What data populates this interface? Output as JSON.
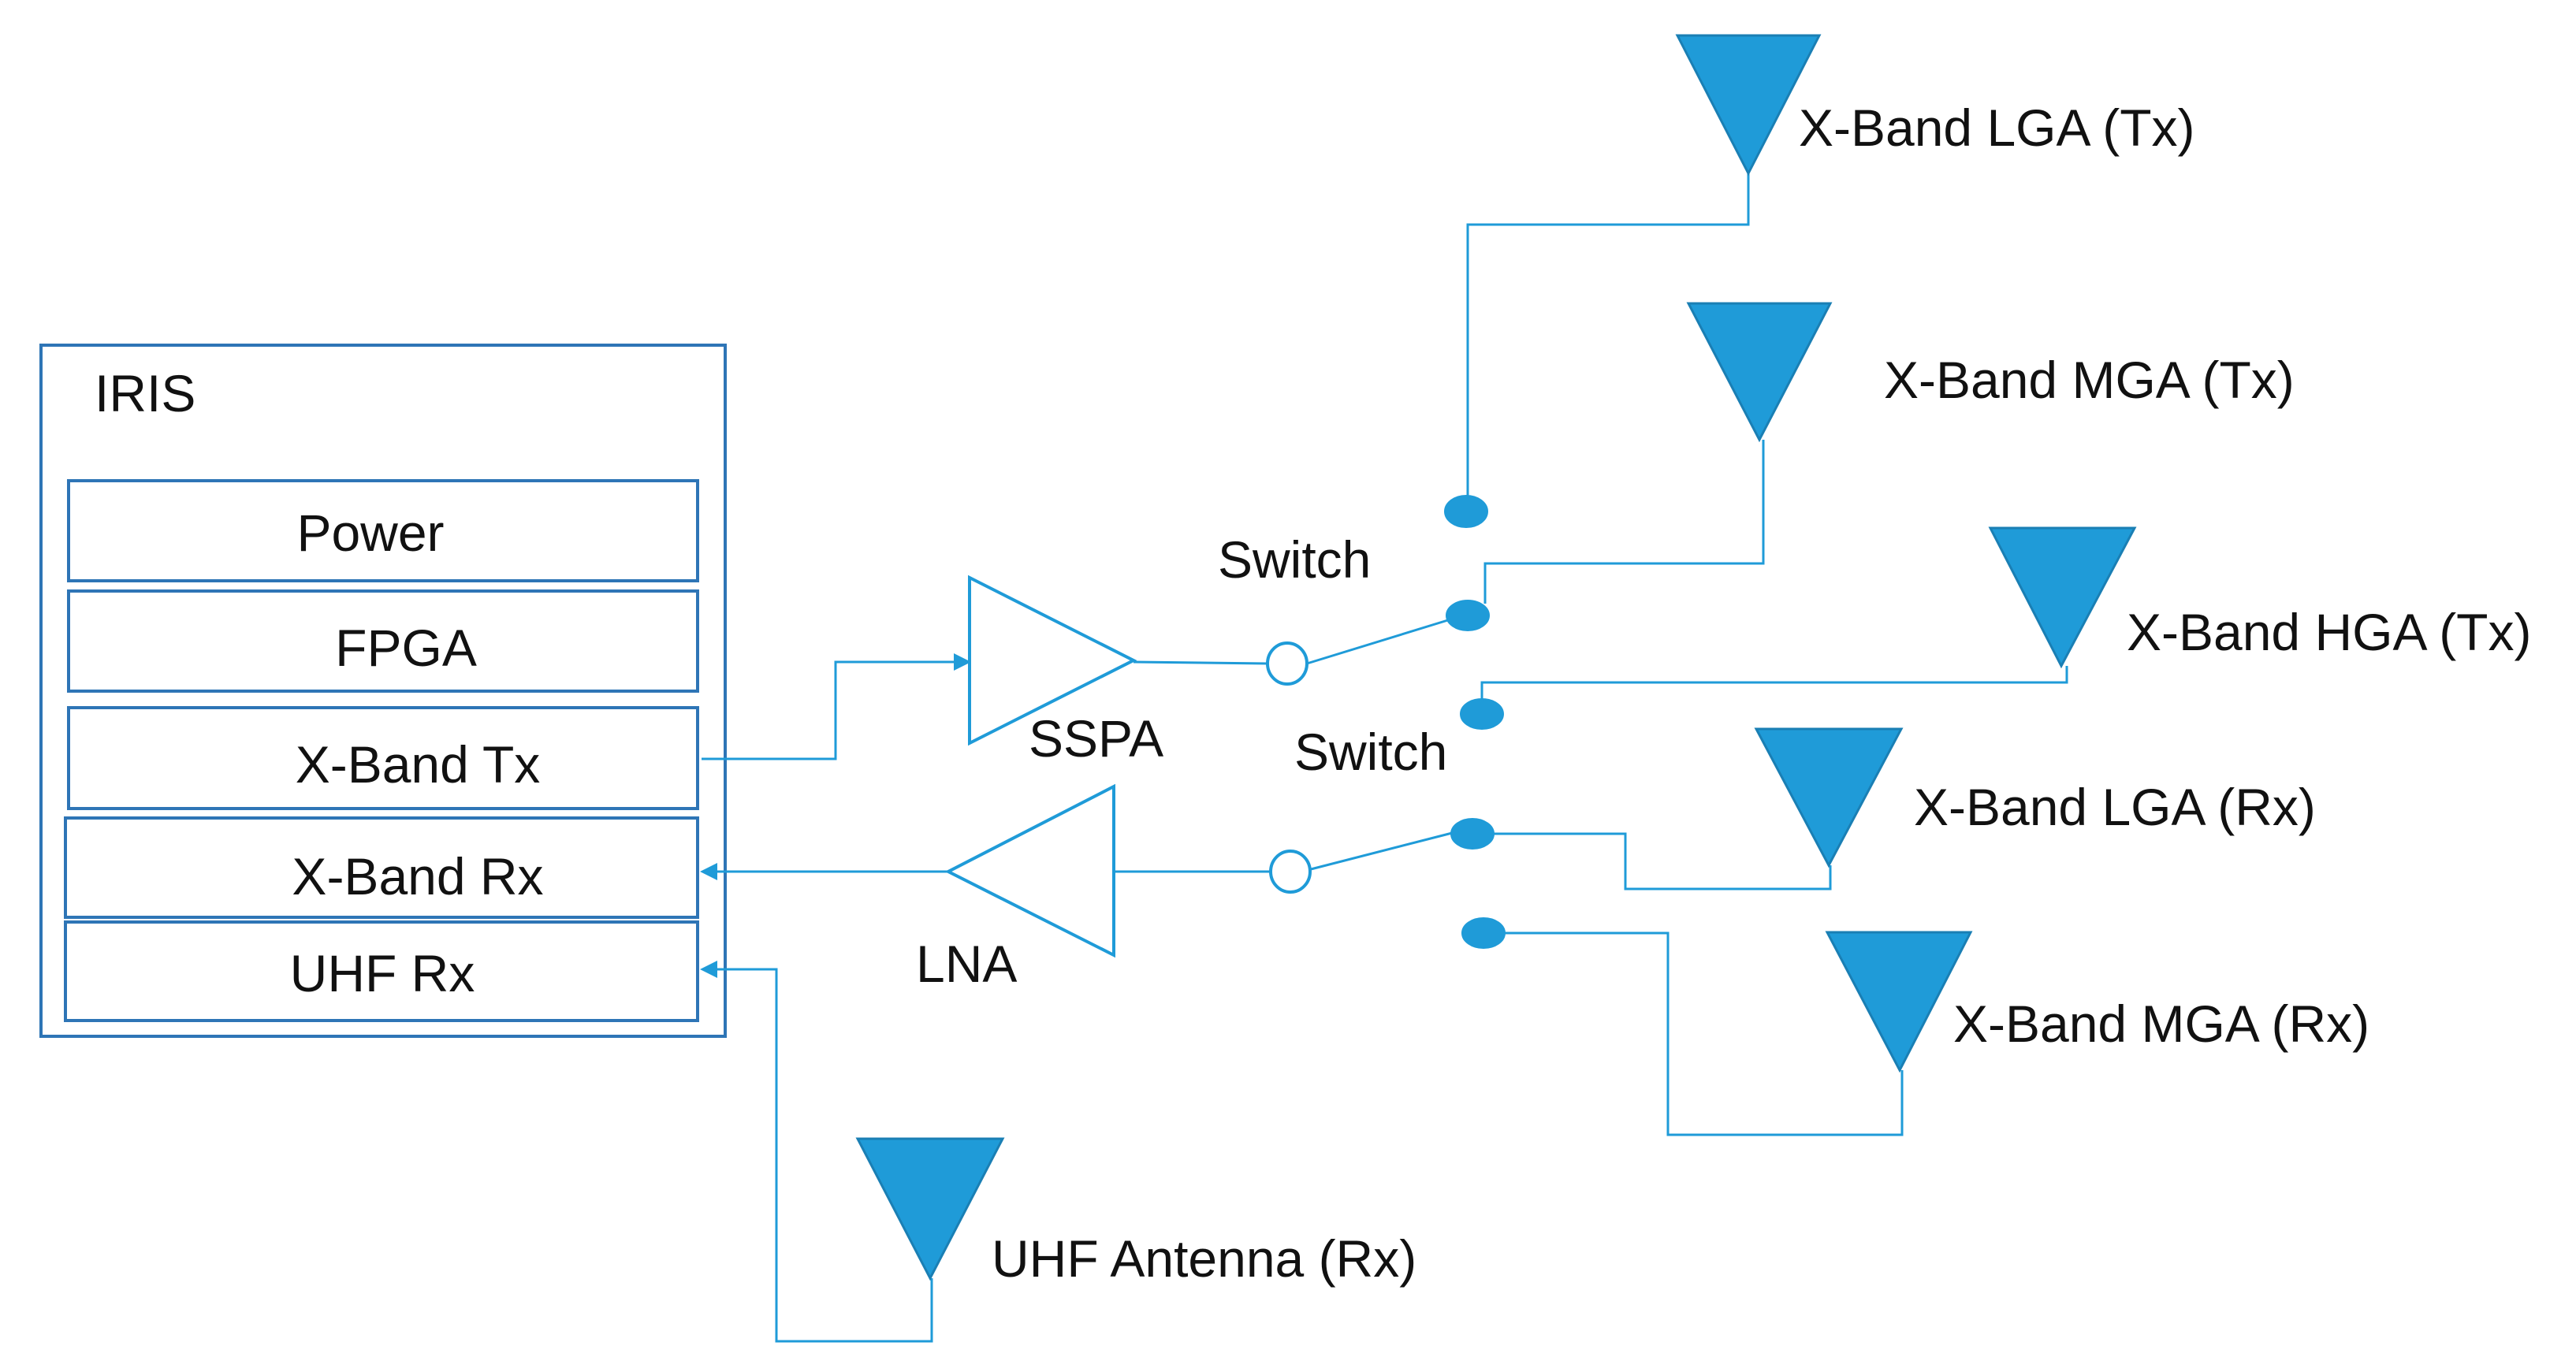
{
  "iris": {
    "title": "IRIS",
    "modules": [
      "Power",
      "FPGA",
      "X-Band Tx",
      "X-Band Rx",
      "UHF Rx"
    ]
  },
  "amplifiers": {
    "sspa": "SSPA",
    "lna": "LNA"
  },
  "switches": {
    "tx_label": "Switch",
    "rx_label": "Switch"
  },
  "antennas": {
    "xband_lga_tx": "X-Band LGA (Tx)",
    "xband_mga_tx": "X-Band MGA (Tx)",
    "xband_hga_tx": "X-Band HGA (Tx)",
    "xband_lga_rx": "X-Band LGA (Rx)",
    "xband_mga_rx": "X-Band MGA (Rx)",
    "uhf_rx": "UHF Antenna (Rx)"
  },
  "colors": {
    "accent": "#1F9BD8",
    "box_border": "#2E75B6",
    "text": "#111111"
  }
}
